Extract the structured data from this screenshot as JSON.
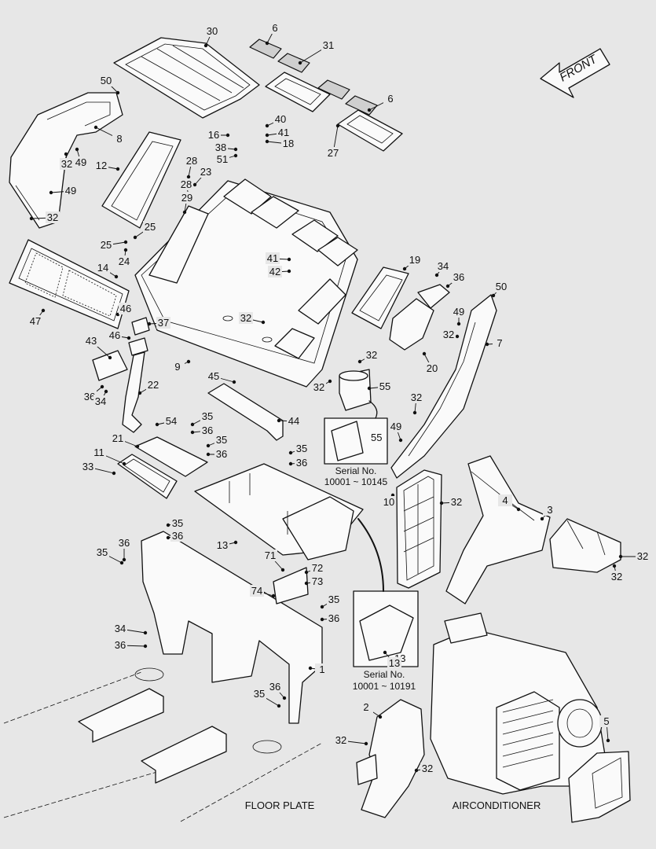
{
  "front_label": "FRONT",
  "floor_plate_label": "FLOOR PLATE",
  "airconditioner_label": "AIRCONDITIONER",
  "inset_a": {
    "caption_line1": "Serial No.",
    "caption_line2": "10001 ~ 10145",
    "part": "55"
  },
  "inset_b": {
    "caption_line1": "Serial No.",
    "caption_line2": "10001 ~ 10191",
    "part": "13"
  },
  "callouts": [
    "30",
    "6",
    "31",
    "6",
    "50",
    "8",
    "49",
    "32",
    "27",
    "16",
    "40",
    "41",
    "38",
    "18",
    "51",
    "12",
    "28",
    "23",
    "28",
    "29",
    "49",
    "32",
    "25",
    "25",
    "24",
    "47",
    "14",
    "46",
    "37",
    "46",
    "43",
    "41",
    "42",
    "32",
    "9",
    "19",
    "34",
    "36",
    "50",
    "49",
    "32",
    "7",
    "20",
    "32",
    "32",
    "55",
    "22",
    "36",
    "34",
    "45",
    "44",
    "32",
    "49",
    "35",
    "36",
    "54",
    "21",
    "35",
    "36",
    "11",
    "33",
    "35",
    "36",
    "35",
    "36",
    "13",
    "36",
    "35",
    "71",
    "72",
    "73",
    "74",
    "35",
    "36",
    "34",
    "36",
    "1",
    "35",
    "36",
    "13",
    "2",
    "32",
    "32",
    "10",
    "32",
    "4",
    "3",
    "32",
    "32",
    "5"
  ]
}
